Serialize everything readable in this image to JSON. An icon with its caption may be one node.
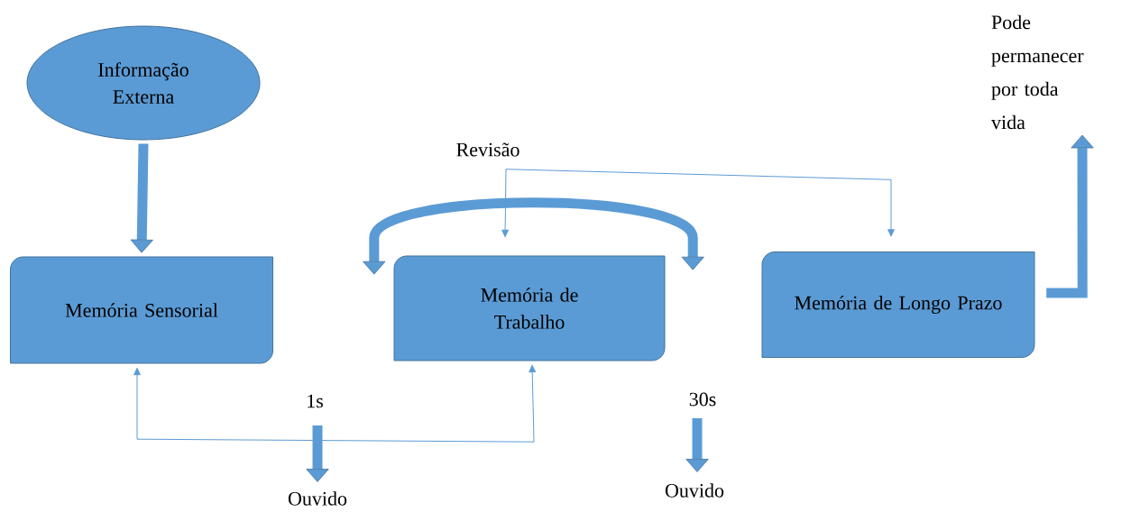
{
  "diagram": {
    "nodes": [
      {
        "text": [
          "Informação Externa"
        ]
      },
      {
        "text": [
          "Memória Sensorial"
        ]
      },
      {
        "text": [
          "Memória de Trabalho"
        ]
      },
      {
        "text": [
          "Memória de Longo Prazo"
        ]
      },
      {
        "text": [
          "Revisão"
        ]
      },
      {
        "text": [
          "Ouvido"
        ]
      },
      {
        "text": [
          "Ouvido"
        ]
      },
      {
        "text": [
          "Pode permanecer por toda vida"
        ]
      }
    ],
    "edges": [
      {
        "from": 0,
        "to": 1,
        "arrow": "to"
      },
      {
        "from": 2,
        "to": 2,
        "arrow": "both"
      },
      {
        "from": 4,
        "to": 2,
        "arrow": "to",
        "color": "#5b9bd5"
      },
      {
        "from": 4,
        "to": 3,
        "arrow": "to",
        "color": "#5b9bd5"
      },
      {
        "from": 2,
        "to": 1,
        "arrow": "both",
        "color": "#5b9bd5"
      },
      {
        "from": null,
        "to": 5,
        "arrow": "to"
      },
      {
        "from": null,
        "to": 6,
        "arrow": "to"
      },
      {
        "from": 3,
        "to": 7,
        "arrow": "to"
      }
    ],
    "labels": [
      "1s",
      "30s"
    ]
  }
}
